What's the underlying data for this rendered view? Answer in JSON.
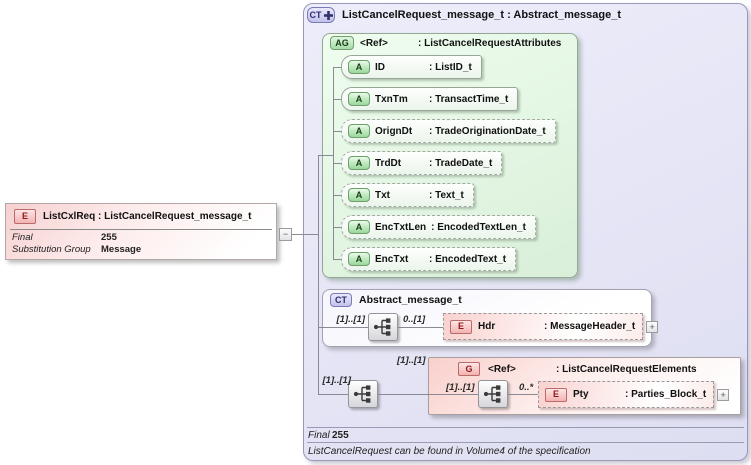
{
  "icons": {
    "expand": "+",
    "collapse": "−"
  },
  "left_element": {
    "badge": "E",
    "title": "ListCxlReq : ListCancelRequest_message_t",
    "properties": [
      {
        "label": "Final",
        "value": "255"
      },
      {
        "label": "Substitution Group",
        "value": "Message"
      }
    ]
  },
  "complex_type": {
    "badge": "CT",
    "title": "ListCancelRequest_message_t : Abstract_message_t",
    "footer": {
      "final_label": "Final",
      "final_value": "255",
      "annotation": "ListCancelRequest can be found in Volume4 of the specification"
    }
  },
  "attribute_group": {
    "badge": "AG",
    "ref_label": "<Ref>",
    "type": ": ListCancelRequestAttributes",
    "attribute_badge": "A",
    "attributes": [
      {
        "name": "ID",
        "type": ": ListID_t"
      },
      {
        "name": "TxnTm",
        "type": ": TransactTime_t"
      },
      {
        "name": "OrignDt",
        "type": ": TradeOriginationDate_t"
      },
      {
        "name": "TrdDt",
        "type": ": TradeDate_t"
      },
      {
        "name": "Txt",
        "type": ": Text_t"
      },
      {
        "name": "EncTxtLen",
        "type": ": EncodedTextLen_t"
      },
      {
        "name": "EncTxt",
        "type": ": EncodedText_t"
      }
    ]
  },
  "base_type": {
    "badge": "CT",
    "title": "Abstract_message_t",
    "sequence_cardinality": "[1]..[1]",
    "hdr_cardinality": "0..[1]",
    "hdr": {
      "badge": "E",
      "name": "Hdr",
      "type": ": MessageHeader_t"
    }
  },
  "elements_group": {
    "sequence_cardinality": "[1]..[1]",
    "group_cardinality": "[1]..[1]",
    "badge": "G",
    "ref_label": "<Ref>",
    "type": ": ListCancelRequestElements",
    "inner_sequence_cardinality": "[1]..[1]",
    "pty_cardinality": "0..*",
    "pty": {
      "badge": "E",
      "name": "Pty",
      "type": ": Parties_Block_t"
    }
  },
  "colors": {
    "container_fill": "#e6e6f7",
    "attribute_group_fill": "#e6f8e6",
    "element_fill": "#f9d2cf",
    "line": "#8a8a92"
  }
}
